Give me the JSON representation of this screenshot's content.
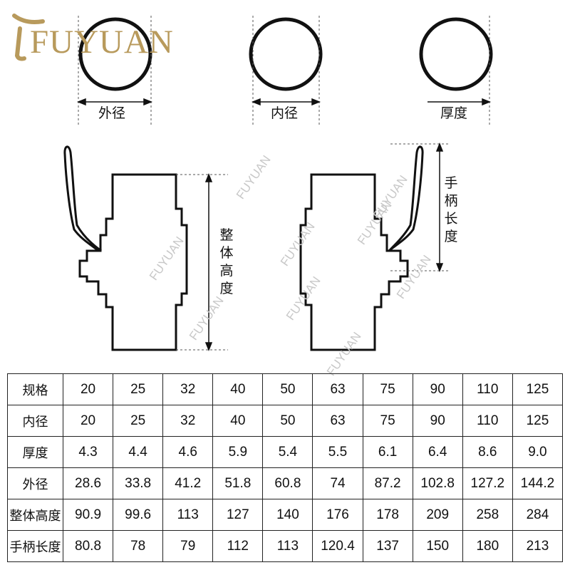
{
  "logo": {
    "text": "FUYUAN"
  },
  "rings": [
    {
      "label": "外径"
    },
    {
      "label": "内径"
    },
    {
      "label": "厚度"
    }
  ],
  "height_label": "整体高度",
  "handle_label": "手柄长度",
  "watermark": "FUYUAN",
  "table": {
    "rows": [
      {
        "header": "规格",
        "values": [
          "20",
          "25",
          "32",
          "40",
          "50",
          "63",
          "75",
          "90",
          "110",
          "125"
        ]
      },
      {
        "header": "内径",
        "values": [
          "20",
          "25",
          "32",
          "40",
          "50",
          "63",
          "75",
          "90",
          "110",
          "125"
        ]
      },
      {
        "header": "厚度",
        "values": [
          "4.3",
          "4.4",
          "4.6",
          "5.9",
          "5.4",
          "5.5",
          "6.1",
          "6.4",
          "8.6",
          "9.0"
        ]
      },
      {
        "header": "外径",
        "values": [
          "28.6",
          "33.8",
          "41.2",
          "51.8",
          "60.8",
          "74",
          "87.2",
          "102.8",
          "127.2",
          "144.2"
        ]
      },
      {
        "header": "整体高度",
        "values": [
          "90.9",
          "99.6",
          "113",
          "127",
          "140",
          "176",
          "178",
          "209",
          "258",
          "284"
        ]
      },
      {
        "header": "手柄长度",
        "values": [
          "80.8",
          "78",
          "79",
          "112",
          "113",
          "120.4",
          "137",
          "150",
          "180",
          "213"
        ]
      }
    ]
  },
  "colors": {
    "logo": "#b89a5c",
    "line": "#111111",
    "watermark": "#c8c8c8"
  }
}
